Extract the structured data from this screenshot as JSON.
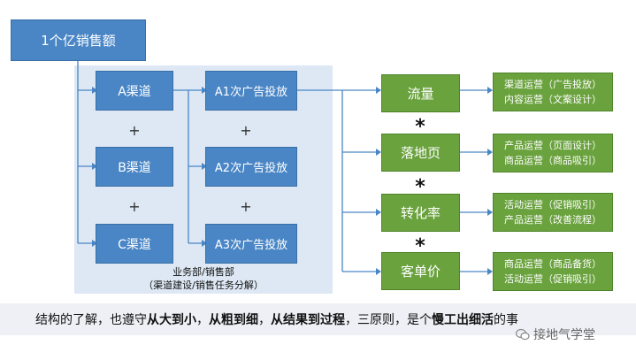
{
  "top": {
    "label": "1个亿销售额"
  },
  "channels": [
    "A渠道",
    "B渠道",
    "C渠道"
  ],
  "ads": [
    "A1次广告投放",
    "A2次广告投放",
    "A3次广告投放"
  ],
  "plus_sign": "+",
  "dept": {
    "line1": "业务部/销售部",
    "line2": "（渠道建设/销售任务分解）"
  },
  "metrics": [
    {
      "label": "流量",
      "ops": [
        "渠道运营（广告投放）",
        "内容运营（文案设计）"
      ]
    },
    {
      "label": "落地页",
      "ops": [
        "产品运营（页面设计）",
        "商品运营（商品吸引）"
      ]
    },
    {
      "label": "转化率",
      "ops": [
        "活动运营（促销吸引）",
        "产品运营（改善流程）"
      ]
    },
    {
      "label": "客单价",
      "ops": [
        "商品运营（商品备货）",
        "活动运营（促销吸引）"
      ]
    }
  ],
  "multiply_sign": "*",
  "footer": {
    "p1": "结构的了解，也遵守",
    "b1": "从大到小",
    "p2": "，",
    "b2": "从粗到细",
    "p3": "，",
    "b3": "从结果到过程",
    "p4": "，三原则，是个",
    "b4": "慢工出细活",
    "p5": "的事"
  },
  "watermark": "接地气学堂",
  "colors": {
    "blue": "#4a86c5",
    "green": "#6aa23e",
    "line": "#4a86c5",
    "panel": "#dde8f4"
  }
}
